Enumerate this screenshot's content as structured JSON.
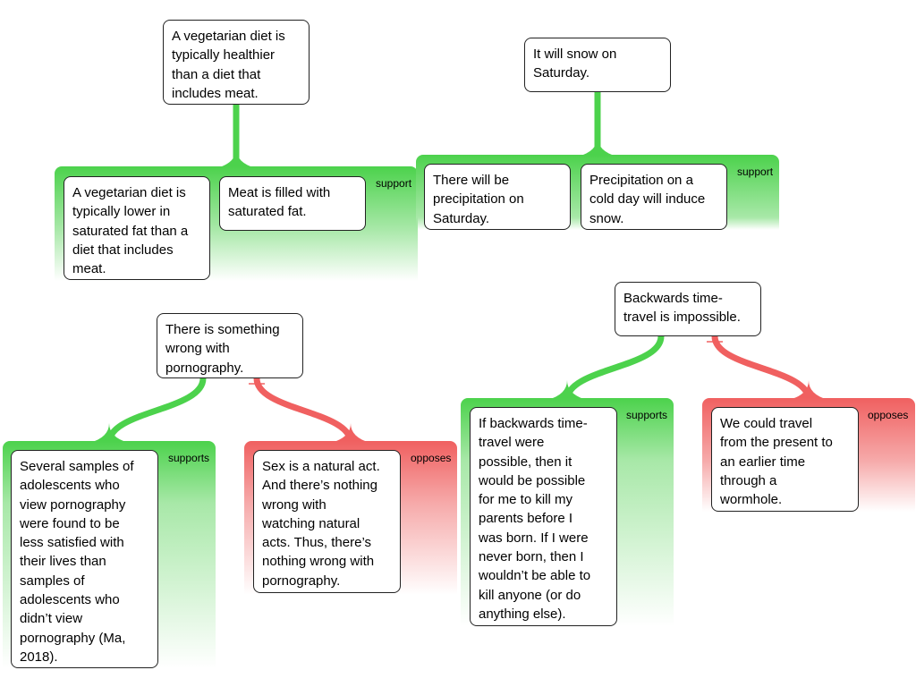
{
  "colors": {
    "support": "#4cd24c",
    "oppose": "#f06060"
  },
  "maps": [
    {
      "claim": "A vegetarian diet is\ntypically healthier\nthan a diet that\nincludes meat.",
      "groups": [
        {
          "type": "support",
          "label": "support",
          "premises": [
            "A vegetarian diet is\ntypically lower in\nsaturated fat than a\ndiet that includes\nmeat.",
            "Meat is filled with\nsaturated fat."
          ]
        }
      ]
    },
    {
      "claim": "It will snow on\nSaturday.",
      "groups": [
        {
          "type": "support",
          "label": "support",
          "premises": [
            "There will be\nprecipitation on\nSaturday.",
            "Precipitation on a\ncold day will induce\nsnow."
          ]
        }
      ]
    },
    {
      "claim": "There is something\nwrong with\npornography.",
      "groups": [
        {
          "type": "support",
          "label": "supports",
          "premises": [
            "Several samples of\nadolescents who\nview pornography\nwere found to be\nless satisfied with\ntheir lives than\nsamples of\nadolescents who\ndidn’t view\npornography (Ma,\n2018)."
          ]
        },
        {
          "type": "oppose",
          "label": "opposes",
          "premises": [
            "Sex is a natural act.\nAnd there’s nothing\nwrong with\nwatching natural\nacts. Thus, there’s\nnothing wrong with\npornography."
          ]
        }
      ]
    },
    {
      "claim": "Backwards time-\ntravel is impossible.",
      "groups": [
        {
          "type": "support",
          "label": "supports",
          "premises": [
            "If backwards time-\ntravel were\npossible, then it\nwould be possible\nfor me to kill my\nparents before I\nwas born. If I were\nnever born, then I\nwouldn’t be able to\nkill anyone (or do\nanything else)."
          ]
        },
        {
          "type": "oppose",
          "label": "opposes",
          "premises": [
            "We could travel\nfrom the present to\nan earlier time\nthrough a\nwormhole."
          ]
        }
      ]
    }
  ]
}
